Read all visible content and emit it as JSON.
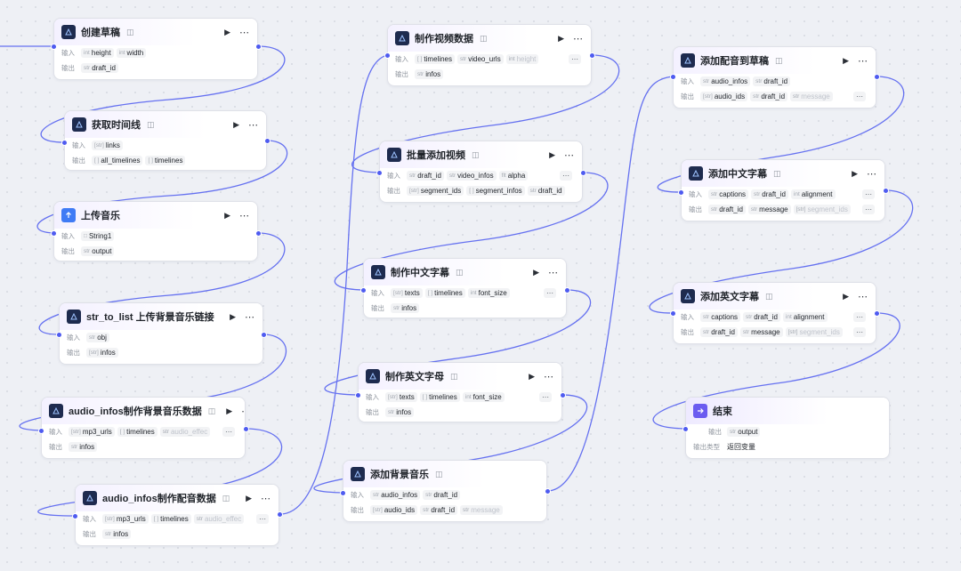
{
  "labels": {
    "input": "输入",
    "output": "输出",
    "output_type": "输出类型"
  },
  "nodes": {
    "n1": {
      "title": "创建草稿",
      "in": [
        [
          "int",
          "height"
        ],
        [
          "int",
          "width"
        ]
      ],
      "out": [
        [
          "str",
          "draft_id"
        ]
      ]
    },
    "n2": {
      "title": "获取时间线",
      "in": [
        [
          "[str]",
          "links"
        ]
      ],
      "out": [
        [
          "[ ]",
          "all_timelines"
        ],
        [
          "[ ]",
          "timelines"
        ]
      ]
    },
    "n3": {
      "title": "上传音乐",
      "in": [
        [
          "",
          "String1"
        ]
      ],
      "out": [
        [
          "str",
          "output"
        ]
      ]
    },
    "n4": {
      "title": "str_to_list 上传背景音乐链接",
      "in": [
        [
          "str",
          "obj"
        ]
      ],
      "out": [
        [
          "[str]",
          "infos"
        ]
      ]
    },
    "n5": {
      "title": "audio_infos制作背景音乐数据",
      "in": [
        [
          "[str]",
          "mp3_urls"
        ],
        [
          "[ ]",
          "timelines"
        ],
        [
          "str",
          "audio_effec"
        ]
      ],
      "out": [
        [
          "str",
          "infos"
        ]
      ]
    },
    "n6": {
      "title": "audio_infos制作配音数据",
      "in": [
        [
          "[str]",
          "mp3_urls"
        ],
        [
          "[ ]",
          "timelines"
        ],
        [
          "str",
          "audio_effec"
        ]
      ],
      "out": [
        [
          "str",
          "infos"
        ]
      ]
    },
    "n7": {
      "title": "制作视频数据",
      "in": [
        [
          "[ ]",
          "timelines"
        ],
        [
          "str",
          "video_urls"
        ],
        [
          "int",
          "height"
        ]
      ],
      "out": [
        [
          "str",
          "infos"
        ]
      ]
    },
    "n8": {
      "title": "批量添加视频",
      "in": [
        [
          "str",
          "draft_id"
        ],
        [
          "str",
          "video_infos"
        ],
        [
          "flt",
          "alpha"
        ]
      ],
      "out": [
        [
          "[str]",
          "segment_ids"
        ],
        [
          "[ ]",
          "segment_infos"
        ],
        [
          "str",
          "draft_id"
        ]
      ]
    },
    "n9": {
      "title": "制作中文字幕",
      "in": [
        [
          "[str]",
          "texts"
        ],
        [
          "[ ]",
          "timelines"
        ],
        [
          "int",
          "font_size"
        ]
      ],
      "out": [
        [
          "str",
          "infos"
        ]
      ]
    },
    "n10": {
      "title": "制作英文字母",
      "in": [
        [
          "[str]",
          "texts"
        ],
        [
          "[ ]",
          "timelines"
        ],
        [
          "int",
          "font_size"
        ]
      ],
      "out": [
        [
          "str",
          "infos"
        ]
      ]
    },
    "n11": {
      "title": "添加背景音乐",
      "in": [
        [
          "str",
          "audio_infos"
        ],
        [
          "str",
          "draft_id"
        ]
      ],
      "out": [
        [
          "[str]",
          "audio_ids"
        ],
        [
          "str",
          "draft_id"
        ],
        [
          "str",
          "message"
        ]
      ]
    },
    "n12": {
      "title": "添加配音到草稿",
      "in": [
        [
          "str",
          "audio_infos"
        ],
        [
          "str",
          "draft_id"
        ]
      ],
      "out": [
        [
          "[str]",
          "audio_ids"
        ],
        [
          "str",
          "draft_id"
        ],
        [
          "str",
          "message"
        ]
      ]
    },
    "n13": {
      "title": "添加中文字幕",
      "in": [
        [
          "str",
          "captions"
        ],
        [
          "str",
          "draft_id"
        ],
        [
          "int",
          "alignment"
        ]
      ],
      "out": [
        [
          "str",
          "draft_id"
        ],
        [
          "str",
          "message"
        ],
        [
          "[str]",
          "segment_ids"
        ]
      ]
    },
    "n14": {
      "title": "添加英文字幕",
      "in": [
        [
          "str",
          "captions"
        ],
        [
          "str",
          "draft_id"
        ],
        [
          "int",
          "alignment"
        ]
      ],
      "out": [
        [
          "str",
          "draft_id"
        ],
        [
          "str",
          "message"
        ],
        [
          "[str]",
          "segment_ids"
        ]
      ]
    },
    "n15": {
      "title": "结束",
      "out": [
        [
          "str",
          "output"
        ]
      ],
      "output_type_value": "返回变量"
    }
  }
}
